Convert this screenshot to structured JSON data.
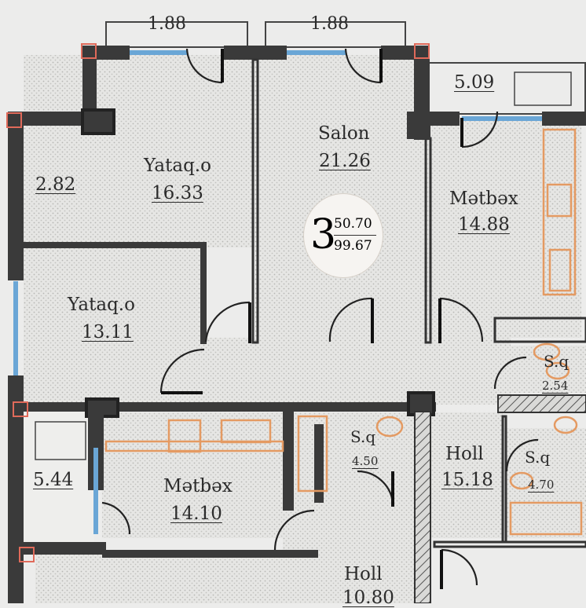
{
  "plan": {
    "balconies": {
      "left_width": "1.88",
      "right_width": "1.88",
      "top_right_area": "5.09",
      "left_small_area": "2.82",
      "bottom_left_area": "5.44"
    },
    "apartment_badge": {
      "rooms": "3",
      "living_area": "50.70",
      "total_area": "99.67"
    },
    "rooms": [
      {
        "name": "Yataq.o",
        "area": "16.33"
      },
      {
        "name": "Salon",
        "area": "21.26"
      },
      {
        "name": "Mətbəx",
        "area": "14.88"
      },
      {
        "name": "Yataq.o",
        "area": "13.11"
      },
      {
        "name": "S.q",
        "area": "2.54"
      },
      {
        "name": "S.q",
        "area": "4.50"
      },
      {
        "name": "Mətbəx",
        "area": "14.10"
      },
      {
        "name": "Holl",
        "area": "15.18"
      },
      {
        "name": "S.q",
        "area": "4.70"
      },
      {
        "name": "Holl",
        "area": "10.80"
      }
    ]
  }
}
